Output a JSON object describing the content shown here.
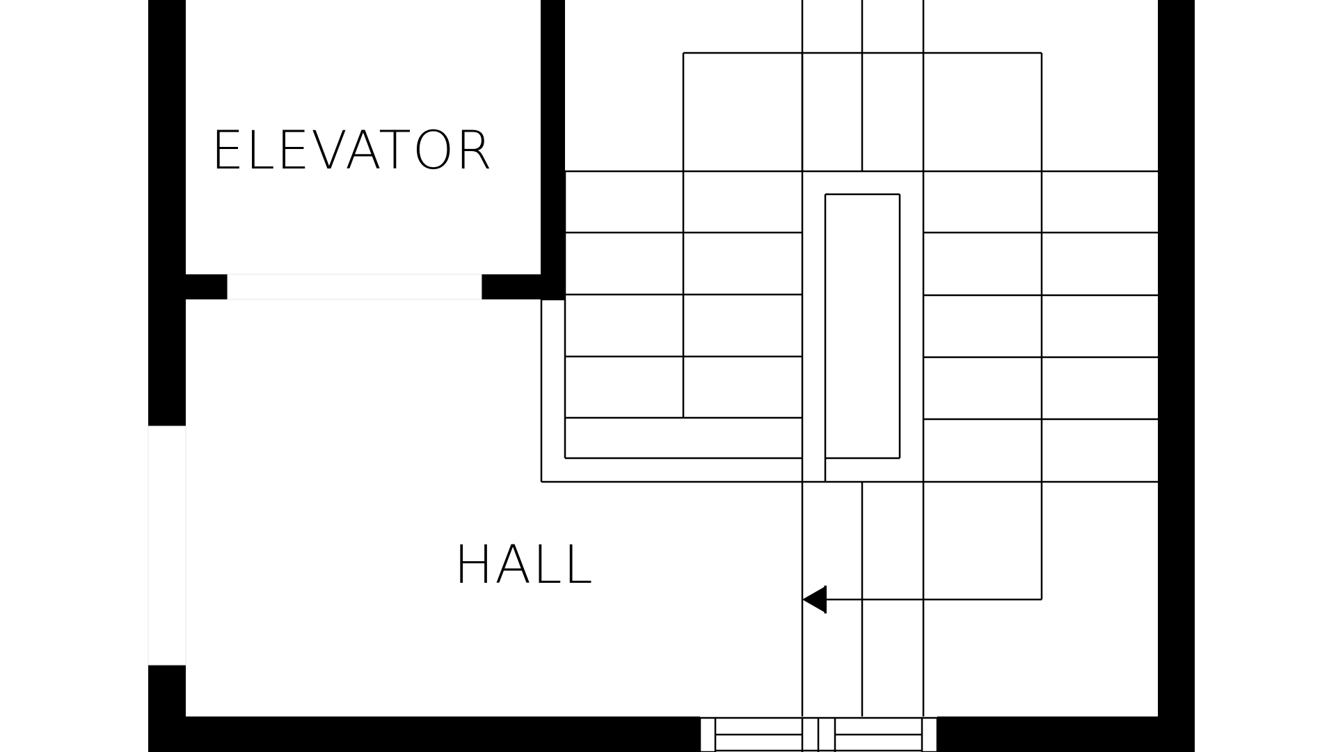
{
  "plan": {
    "rooms": [
      {
        "key": "elevator",
        "label": "ELEVATOR"
      },
      {
        "key": "hall",
        "label": "HALL"
      }
    ],
    "colors": {
      "wall": "#000000",
      "line": "#000000",
      "background": "#ffffff"
    },
    "stair_direction": "left"
  }
}
